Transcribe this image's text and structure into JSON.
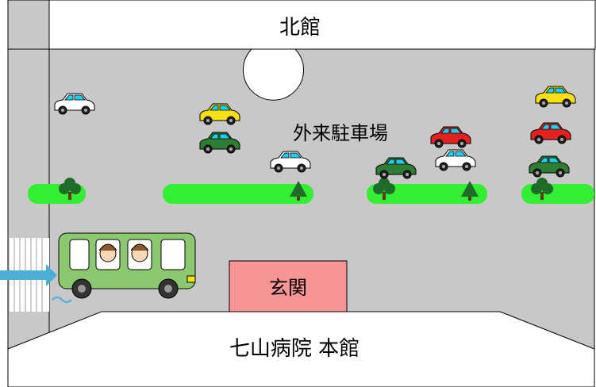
{
  "labels": {
    "north_building": "北館",
    "parking_lot": "外来駐車場",
    "entrance": "玄関",
    "main_building": "七山病院 本館"
  },
  "colors": {
    "ground": "#c8c8c8",
    "shrub": "#33ee33",
    "entrance_fill": "#f79494",
    "bus_body": "#8cc870",
    "arrow": "#4aaed6",
    "car_yellow": "#f6e013",
    "car_red": "#e42121",
    "car_green": "#2e7d32",
    "car_white": "#ffffff",
    "car_window": "#22ccee"
  },
  "icons": {
    "car": "car-icon",
    "tree": "tree-icon",
    "bus": "bus-icon",
    "arrow": "arrow-right-icon"
  }
}
